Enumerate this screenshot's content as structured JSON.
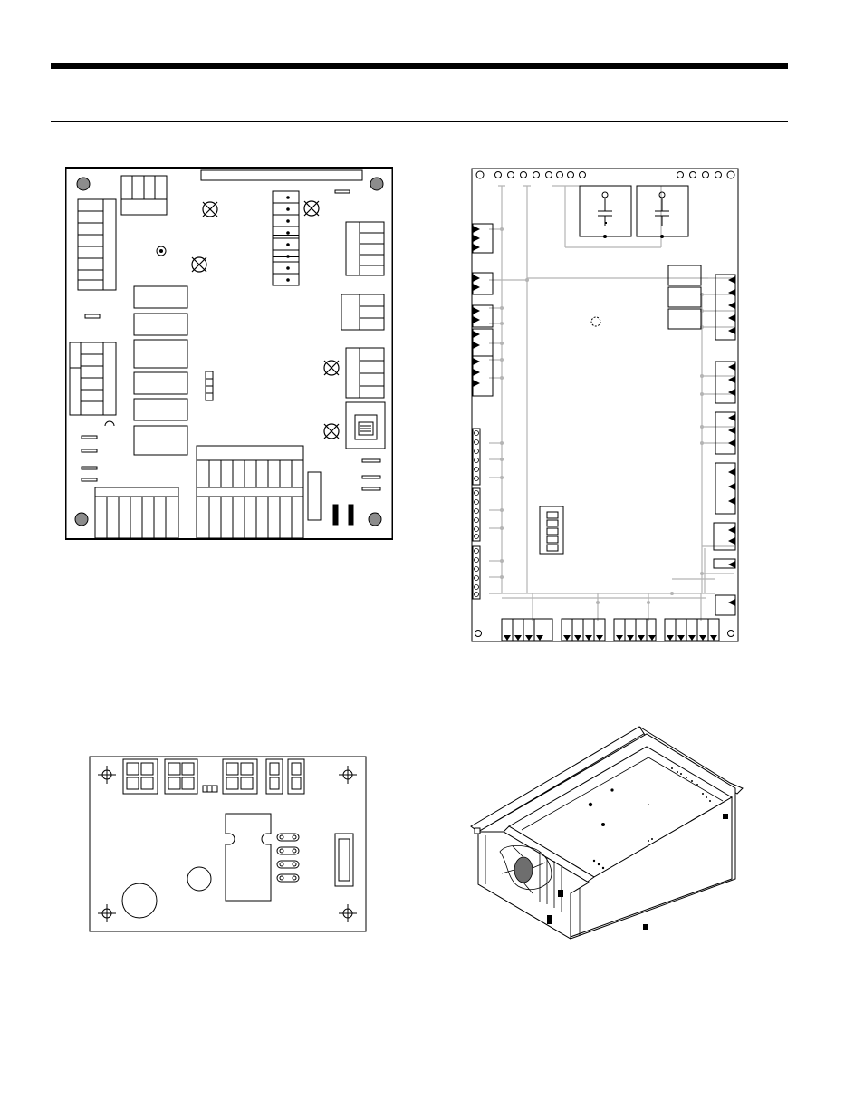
{
  "page": {
    "header_text": "",
    "footer_text": ""
  },
  "figures": [
    {
      "id": "fig1",
      "kind": "control-board-drawing",
      "caption": ""
    },
    {
      "id": "fig2",
      "kind": "expansion-board-drawing",
      "caption": ""
    },
    {
      "id": "fig3",
      "kind": "relay-board-drawing",
      "caption": ""
    },
    {
      "id": "fig4",
      "kind": "variable-frequency-drive-isometric",
      "caption": ""
    }
  ],
  "colors": {
    "ink": "#000000",
    "hole_fill": "#8c8c8c",
    "trace": "#b4b4b4",
    "drive_shadow": "#6e6e6e"
  }
}
